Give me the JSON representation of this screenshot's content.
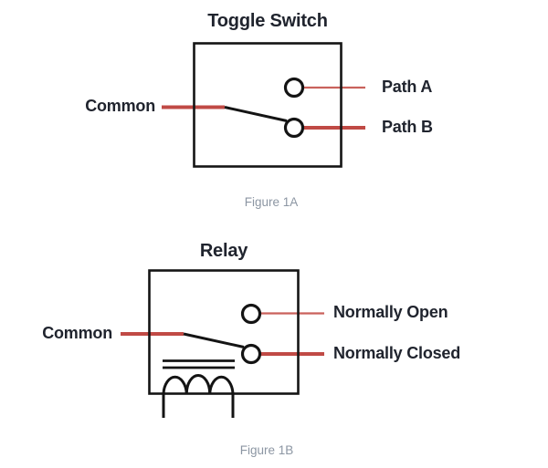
{
  "colors": {
    "wire_red": "#c04a45",
    "wire_red_thin": "#c9625c",
    "ink": "#141414",
    "label_text": "#20242e",
    "caption_text": "#8c96a3",
    "page_bg": "#ffffff"
  },
  "figures": [
    {
      "title": "Toggle Switch",
      "caption": "Figure 1A",
      "common_label": "Common",
      "top_terminal_label": "Path A",
      "bottom_terminal_label": "Path B"
    },
    {
      "title": "Relay",
      "caption": "Figure 1B",
      "common_label": "Common",
      "top_terminal_label": "Normally Open",
      "bottom_terminal_label": "Normally Closed"
    }
  ]
}
